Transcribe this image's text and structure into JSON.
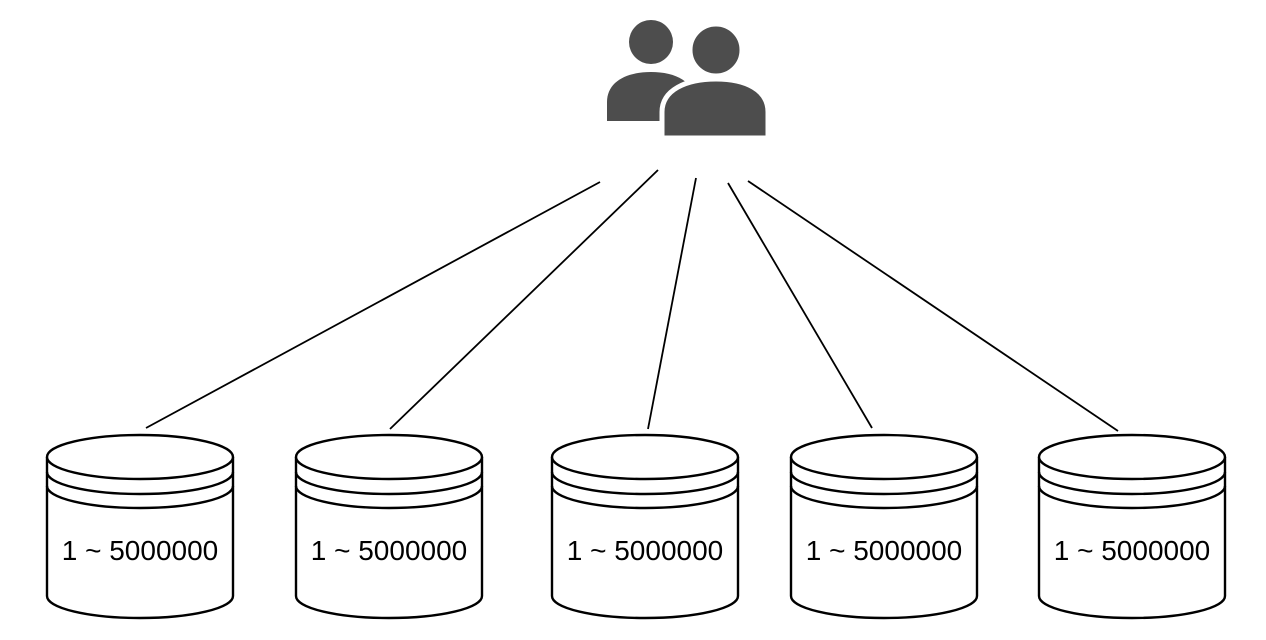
{
  "diagram": {
    "description": "Client users fan-out to five identical databases",
    "background": "#ffffff"
  },
  "client": {
    "icon": "users-icon",
    "icon_color": "#4d4d4d"
  },
  "connections": {
    "count": 5,
    "stroke_color": "#000000"
  },
  "databases": [
    {
      "label": "1 ~ 5000000"
    },
    {
      "label": "1 ~ 5000000"
    },
    {
      "label": "1 ~ 5000000"
    },
    {
      "label": "1 ~ 5000000"
    },
    {
      "label": "1 ~ 5000000"
    }
  ],
  "database_style": {
    "fill": "#ffffff",
    "stroke": "#000000",
    "label_color": "#000000"
  }
}
